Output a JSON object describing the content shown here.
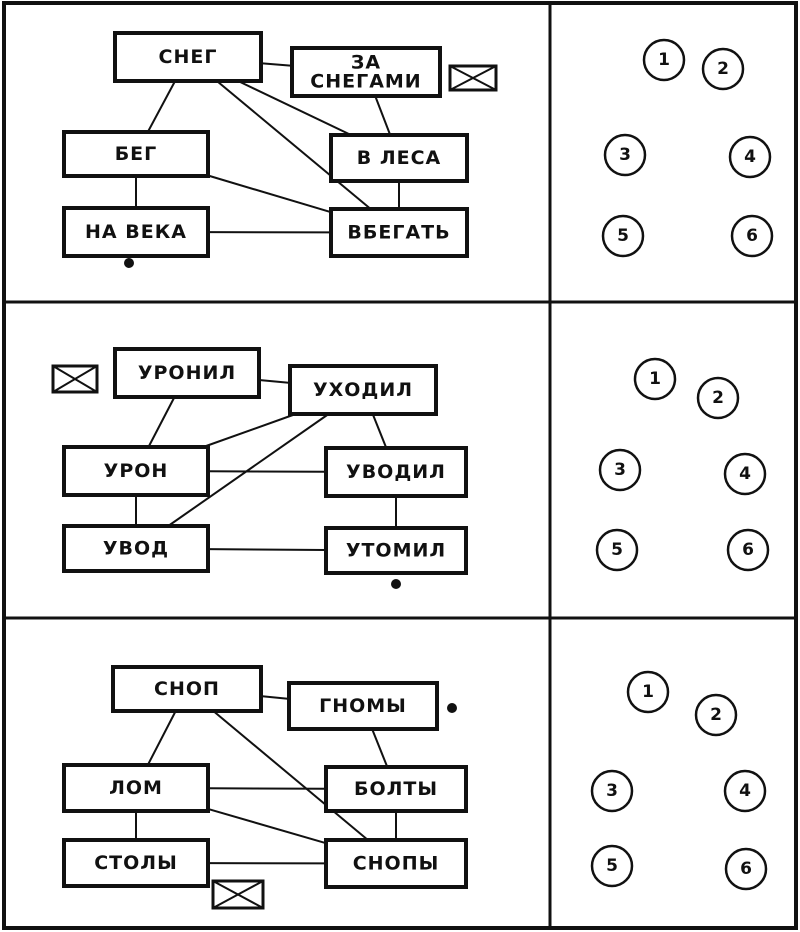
{
  "panels": [
    {
      "words": [
        "СНЕГ",
        "БЕГ",
        "НА ВЕКА",
        "ЗА\nСНЕГАМИ",
        "В ЛЕСА",
        "ВБЕГАТЬ"
      ],
      "links": [
        [
          0,
          1
        ],
        [
          1,
          2
        ],
        [
          0,
          3
        ],
        [
          3,
          4
        ],
        [
          4,
          5
        ],
        [
          0,
          4
        ],
        [
          0,
          5
        ],
        [
          1,
          5
        ],
        [
          2,
          5
        ]
      ],
      "numbers": [
        "1",
        "2",
        "3",
        "4",
        "5",
        "6"
      ]
    },
    {
      "words": [
        "УРОНИЛ",
        "УРОН",
        "УВОД",
        "УХОДИЛ",
        "УВОДИЛ",
        "УТОМИЛ"
      ],
      "links": [
        [
          0,
          1
        ],
        [
          1,
          2
        ],
        [
          0,
          3
        ],
        [
          3,
          4
        ],
        [
          4,
          5
        ],
        [
          1,
          3
        ],
        [
          2,
          3
        ],
        [
          1,
          4
        ],
        [
          2,
          5
        ]
      ],
      "numbers": [
        "1",
        "2",
        "3",
        "4",
        "5",
        "6"
      ]
    },
    {
      "words": [
        "СНОП",
        "ЛОМ",
        "СТОЛЫ",
        "ГНОМЫ",
        "БОЛТЫ",
        "СНОПЫ"
      ],
      "links": [
        [
          0,
          1
        ],
        [
          1,
          2
        ],
        [
          0,
          3
        ],
        [
          3,
          4
        ],
        [
          4,
          5
        ],
        [
          0,
          5
        ],
        [
          1,
          4
        ],
        [
          1,
          5
        ],
        [
          2,
          5
        ]
      ],
      "numbers": [
        "1",
        "2",
        "3",
        "4",
        "5",
        "6"
      ]
    }
  ],
  "icons": [
    "envelope-icon",
    "dot-marker-icon"
  ],
  "colors": {
    "ink": "#111111",
    "paper": "#ffffff"
  }
}
